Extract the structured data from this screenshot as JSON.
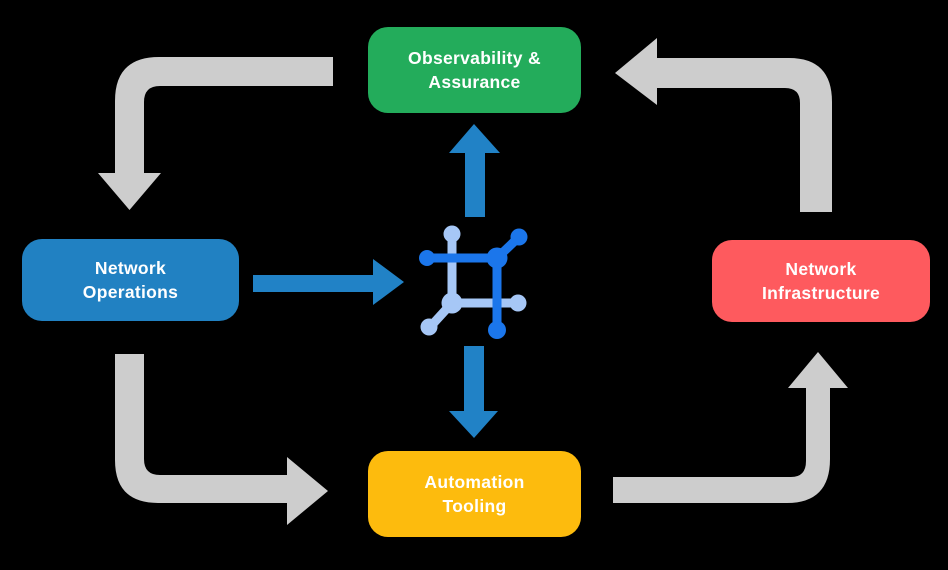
{
  "diagram": {
    "title": "Network automation closed-loop diagram",
    "nodes": {
      "observability": {
        "label": "Observability &\nAssurance",
        "color": "#23AC5B"
      },
      "operations": {
        "label": "Network\nOperations",
        "color": "#2181C2"
      },
      "infrastructure": {
        "label": "Network\nInfrastructure",
        "color": "#FE5A5E"
      },
      "automation": {
        "label": "Automation\nTooling",
        "color": "#FDBB0D"
      }
    },
    "center_icon": "network-automation-icon",
    "colors": {
      "background": "#000000",
      "flow_arrow_gray": "#CDCDCD",
      "io_arrow_blue": "#2182C6",
      "icon_dark_blue": "#1B76EB",
      "icon_light_blue": "#A6C7F6",
      "label_text": "#FFFFFF"
    },
    "flows": [
      {
        "from": "observability",
        "to": "operations",
        "style": "gray"
      },
      {
        "from": "operations",
        "to": "automation",
        "style": "gray"
      },
      {
        "from": "automation",
        "to": "infrastructure",
        "style": "gray"
      },
      {
        "from": "infrastructure",
        "to": "observability",
        "style": "gray"
      },
      {
        "from": "operations",
        "to": "center-icon",
        "style": "blue"
      },
      {
        "from": "center-icon",
        "to": "observability",
        "style": "blue"
      },
      {
        "from": "center-icon",
        "to": "automation",
        "style": "blue"
      }
    ]
  }
}
